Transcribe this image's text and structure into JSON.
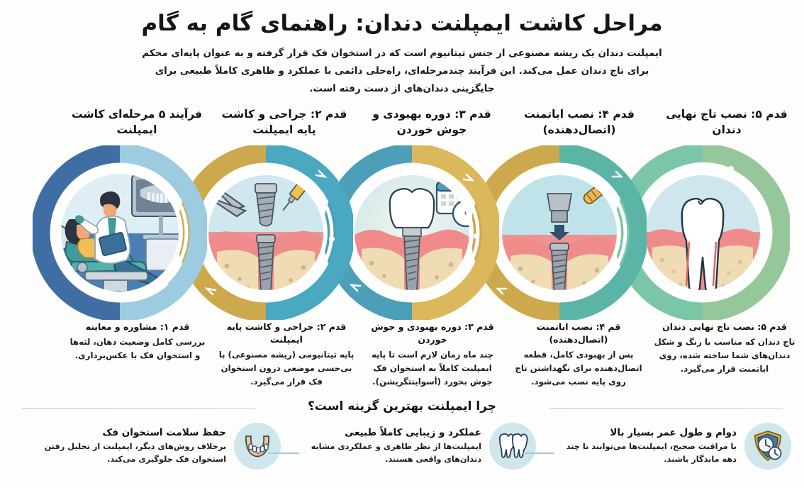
{
  "header": {
    "title": "مراحل کاشت ایمپلنت دندان: راهنمای گام به گام",
    "subtitle": "ایمپلنت دندان یک ریشه مصنوعی از جنس تیتانیوم است که در استخوان فک قرار گرفته و به عنوان پایه‌ای محکم برای تاج دندان عمل می‌کند. این فرآیند چندمرحله‌ای، راه‌حلی دائمی با عملکرد و ظاهری کاملاً طبیعی برای جایگزینی دندان‌های از دست رفته است."
  },
  "steps": [
    {
      "head": "فرآیند ۵ مرحله‌ای کاشت ایمپلنت",
      "caption_title": "قدم ۱: مشاوره و معاینه",
      "caption_body": "بررسی کامل وضعیت دهان، لثه‌ها و استخوان فک با عکس‌برداری.",
      "icon": "dental-consultation-scene",
      "ring_top": "#9dcbe0",
      "ring_bottom": "#3f6ea5",
      "face_top": "#dfeef4",
      "face_bottom": "#4a7fb5"
    },
    {
      "head": "قدم ۲: جراحی و کاشت پایه ایمپلنت",
      "caption_title": "قدم ۲: جراحی و کاشت پایه ایمپلنت",
      "caption_body": "پایه تیتانیومی (ریشه مصنوعی) با بی‌حسی موضعی درون استخوان فک قرار می‌گیرد.",
      "icon": "implant-screw-surgery",
      "ring_top": "#4aa8c0",
      "ring_bottom": "#c9a23f",
      "face_top": "#cfe7ef",
      "face_bottom": "#f08c8c"
    },
    {
      "head": "قدم ۳: دوره بهبودی و جوش خوردن",
      "caption_title": "قدم ۳: دوره بهبودی و جوش خوردن",
      "caption_body": "چند ماه زمان لازم است تا پایه ایمپلنت کاملاً به استخوان فک جوش بخورد (أسواینتگریشن).",
      "icon": "healing-calendar-clock",
      "ring_top": "#dcb85c",
      "ring_bottom": "#4b9fb8",
      "face_top": "#d8ecea",
      "face_bottom": "#f19292"
    },
    {
      "head": "قدم ۴: نصب اباتمنت (اتصال‌دهنده)",
      "caption_title": "قم ۴: نصب اباتمنت (اتصال‌دهنده)",
      "caption_body": "پس از بهبودی کامل، قطعه اتصال‌دهنده برای نگهداشتن تاج روی پایه نصب می‌شود.",
      "icon": "abutment-screwdriver",
      "ring_top": "#5bb5a6",
      "ring_bottom": "#c9a23f",
      "face_top": "#bfe3e9",
      "face_bottom": "#f19292"
    },
    {
      "head": "قدم ۵: نصب تاج نهایی دندان",
      "caption_title": "قدم ۵: نصب تاج نهایی دندان",
      "caption_body": "تاج دندان که مناسب با رنگ و شکل دندان‌های شما ساخته شده، روی اباتمنت قرار می‌گیرد.",
      "icon": "final-crown-tooth",
      "ring_top": "#96c79a",
      "ring_bottom": "#7cc6a8",
      "face_top": "#cfe6ee",
      "face_bottom": "#f19292"
    }
  ],
  "why": {
    "title": "چرا ایمپلنت بهترین گزینه است؟",
    "benefits": [
      {
        "title": "دوام و طول عمر بسیار بالا",
        "body": "با مراقبت صحیح، ایمپلنت‌ها می‌توانند تا چند دهه ماندگار باشند.",
        "icon": "shield-clock-icon"
      },
      {
        "title": "عملکرد و زیبایی کاملاً طبیعی",
        "body": "ایمپلنت‌ها از نظر ظاهری و عملکردی مشابه دندان‌های واقعی هستند.",
        "icon": "two-teeth-icon"
      },
      {
        "title": "حفظ سلامت استخوان فک",
        "body": "برخلاف روش‌های دیگر، ایمپلنت از تحلیل رفتن استخوان فک جلوگیری می‌کند.",
        "icon": "jaw-bone-icon"
      }
    ]
  },
  "colors": {
    "background": "#fdfdfb",
    "divider": "#cfe5e5",
    "benefit_icon_bg": "#cfe6ec",
    "benefit_separator": "#9ecbd6",
    "gum": "#f08b8b",
    "bone": "#efdcb4",
    "metal": "#9aa3ab",
    "enamel": "#ffffff"
  }
}
